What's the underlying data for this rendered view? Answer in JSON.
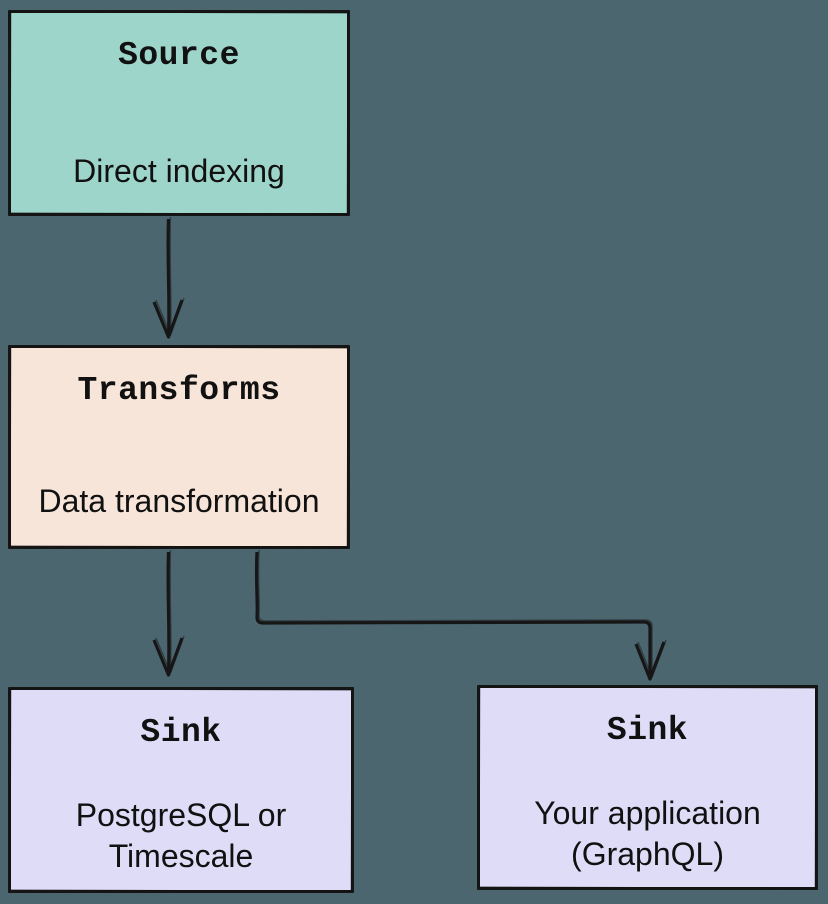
{
  "canvas": {
    "background": "#4c6670",
    "stroke": "#161616",
    "text_color": "#111111"
  },
  "nodes": [
    {
      "id": "source",
      "title": "Source",
      "label": "Direct indexing",
      "fill": "#9ed5cb"
    },
    {
      "id": "transforms",
      "title": "Transforms",
      "label": "Data transformation",
      "fill": "#f7e5d9"
    },
    {
      "id": "sink-postgres",
      "title": "Sink",
      "label": "PostgreSQL or Timescale",
      "fill": "#dfdcf7"
    },
    {
      "id": "sink-app",
      "title": "Sink",
      "label": "Your application (GraphQL)",
      "fill": "#dfdcf7"
    }
  ],
  "edges": [
    {
      "from": "source",
      "to": "transforms"
    },
    {
      "from": "transforms",
      "to": "sink-postgres"
    },
    {
      "from": "transforms",
      "to": "sink-app"
    }
  ]
}
